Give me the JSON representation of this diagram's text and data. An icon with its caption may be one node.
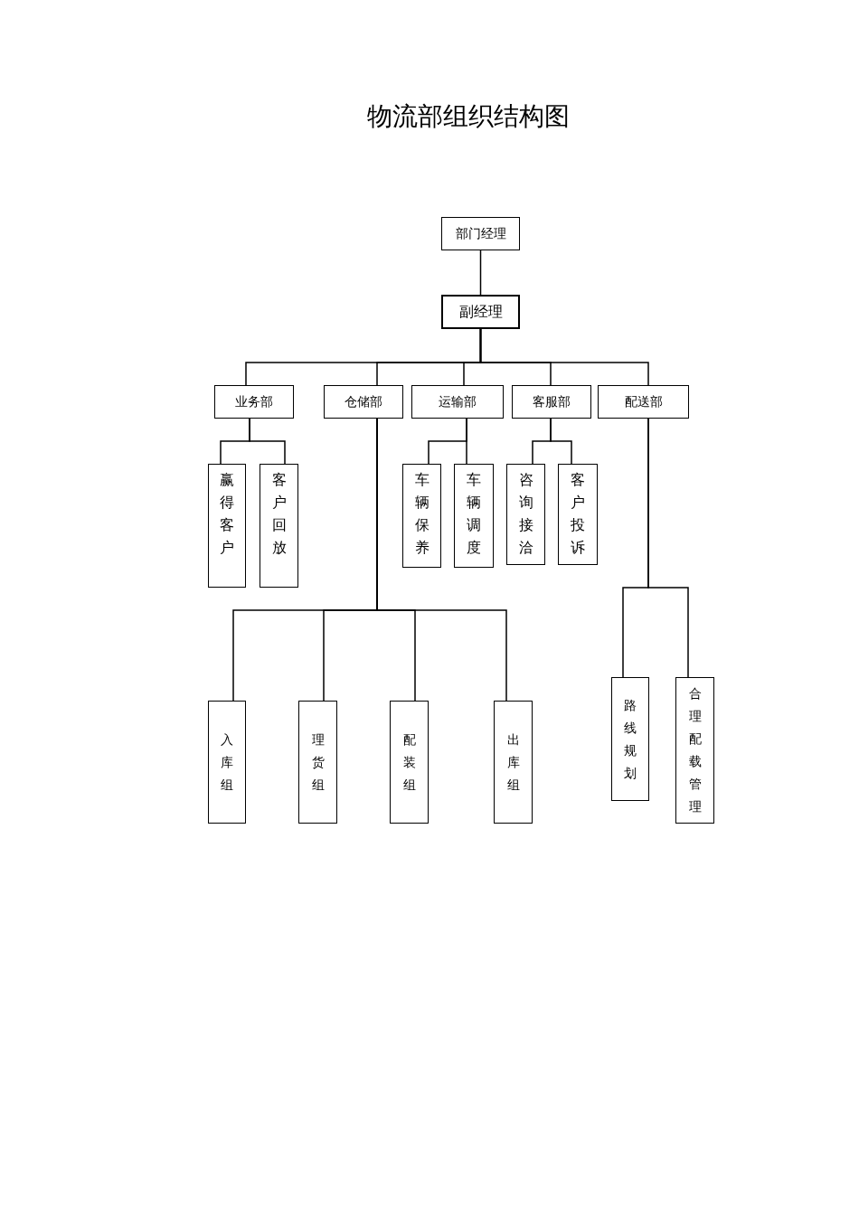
{
  "diagram": {
    "title": "物流部组织结构图",
    "nodes": [
      {
        "text": [
          "部门经理"
        ]
      },
      {
        "text": [
          "副经理"
        ]
      },
      {
        "text": [
          "业务部"
        ]
      },
      {
        "text": [
          "仓储部"
        ]
      },
      {
        "text": [
          "运输部"
        ]
      },
      {
        "text": [
          "客服部"
        ]
      },
      {
        "text": [
          "配送部"
        ]
      },
      {
        "text": [
          "赢得客户"
        ]
      },
      {
        "text": [
          "客户回放"
        ]
      },
      {
        "text": [
          "车辆保养"
        ]
      },
      {
        "text": [
          "车辆调度"
        ]
      },
      {
        "text": [
          "咨询接洽"
        ]
      },
      {
        "text": [
          "客户投诉"
        ]
      },
      {
        "text": [
          "入库组"
        ]
      },
      {
        "text": [
          "理货组"
        ]
      },
      {
        "text": [
          "配装组"
        ]
      },
      {
        "text": [
          "出库组"
        ]
      },
      {
        "text": [
          "路线规划"
        ]
      },
      {
        "text": [
          "合理配载管理"
        ]
      }
    ],
    "edges": [
      {
        "from": 0,
        "to": 1,
        "arrow": "none"
      },
      {
        "from": 1,
        "to": 2,
        "arrow": "none"
      },
      {
        "from": 1,
        "to": 3,
        "arrow": "none"
      },
      {
        "from": 1,
        "to": 4,
        "arrow": "none"
      },
      {
        "from": 1,
        "to": 5,
        "arrow": "none"
      },
      {
        "from": 1,
        "to": 6,
        "arrow": "none"
      },
      {
        "from": 2,
        "to": 7,
        "arrow": "none"
      },
      {
        "from": 2,
        "to": 8,
        "arrow": "none"
      },
      {
        "from": 4,
        "to": 9,
        "arrow": "none"
      },
      {
        "from": 4,
        "to": 10,
        "arrow": "none"
      },
      {
        "from": 5,
        "to": 11,
        "arrow": "none"
      },
      {
        "from": 5,
        "to": 12,
        "arrow": "none"
      },
      {
        "from": 3,
        "to": 13,
        "arrow": "none"
      },
      {
        "from": 3,
        "to": 14,
        "arrow": "none"
      },
      {
        "from": 3,
        "to": 15,
        "arrow": "none"
      },
      {
        "from": 3,
        "to": 16,
        "arrow": "none"
      },
      {
        "from": 6,
        "to": 17,
        "arrow": "none"
      },
      {
        "from": 6,
        "to": 18,
        "arrow": "none"
      }
    ]
  }
}
